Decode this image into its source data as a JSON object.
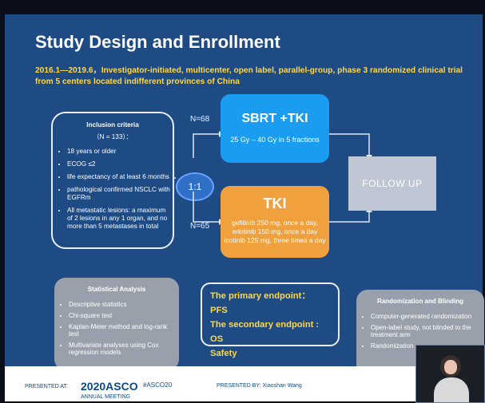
{
  "slide": {
    "title": "Study Design and Enrollment",
    "subtitle": "2016.1—2019.6，Investigator-initiated, multicenter, open label, parallel-group, phase 3 randomized clinical trial from 5 centers located indifferent provinces of China"
  },
  "inclusion": {
    "heading": "Inclusion criteria",
    "n": "（N = 133）：",
    "items": [
      "18 years or older",
      "ECOG ≤2",
      "life expectancy of at least 6 months",
      "pathological confirmed NSCLC with EGFRm",
      "All metastatic lesions: a maximum of 2 lesions in any 1 organ, and no more than 5 metastases in total"
    ]
  },
  "randomization_ratio": "1:1",
  "arms": {
    "arm1": {
      "n": "N=68",
      "title": "SBRT +TKI",
      "detail": "25 Gy – 40 Gy in 5 fractions"
    },
    "arm2": {
      "n": "N=65",
      "title": "TKI",
      "detail1": "gefitinib 250 mg, once a day,",
      "detail2": "erlotinib 150 mg, once a day",
      "detail3": "icotinib 125 mg, three times a day"
    }
  },
  "follow_up": "FOLLOW UP",
  "statistical": {
    "heading": "Statistical Analysis",
    "items": [
      "Descriptive statistics",
      "Chi-square test",
      "Kaplan-Meier method and log-rank test",
      "Multivariate analyses using Cox regression models"
    ]
  },
  "endpoints": {
    "primary": "The primary endpoint： PFS",
    "secondary": "The secondary endpoint : OS",
    "safety": "Safety"
  },
  "randomization": {
    "heading": "Randomization and Blinding",
    "items": [
      "Computer-generated randomization",
      "Open-label study, not blinded to the treatment arm",
      "Randomization"
    ]
  },
  "footer": {
    "presented_at": "PRESENTED AT:",
    "asco_year": "2020ASCO",
    "asco_sub": "ANNUAL MEETING",
    "hashtag": "#ASCO20",
    "presented_by": "PRESENTED BY:",
    "presenter": "Xiaoshan Wang"
  }
}
